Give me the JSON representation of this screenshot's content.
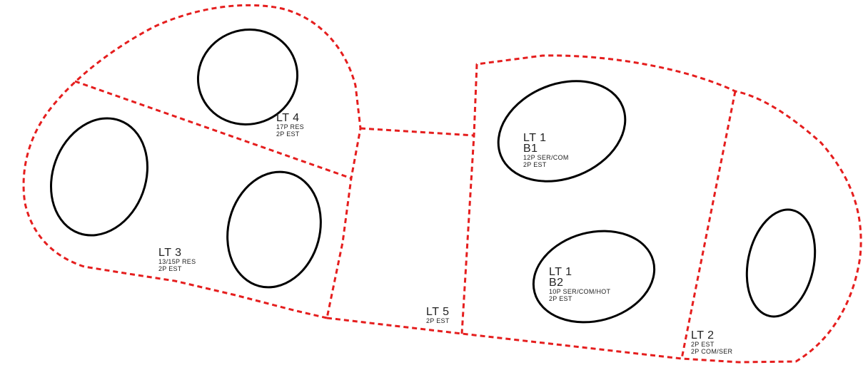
{
  "colors": {
    "boundary": "#e51e1e",
    "footprint": "#000000",
    "label": "#222222",
    "background": "#ffffff"
  },
  "lots": {
    "lt4": {
      "name": "LT 4",
      "lines": [
        "17P RES",
        "2P EST"
      ]
    },
    "lt3": {
      "name": "LT 3",
      "lines": [
        "13/15P RES",
        "2P EST"
      ]
    },
    "lt5": {
      "name": "LT 5",
      "lines": [
        "2P EST"
      ]
    },
    "lt1_b1": {
      "name": "LT 1",
      "sub": "B1",
      "lines": [
        "12P SER/COM",
        "2P EST"
      ]
    },
    "lt1_b2": {
      "name": "LT 1",
      "sub": "B2",
      "lines": [
        "10P SER/COM/HOT",
        "2P EST"
      ]
    },
    "lt2": {
      "name": "LT 2",
      "lines": [
        "2P EST",
        "2P COM/SER"
      ]
    }
  }
}
